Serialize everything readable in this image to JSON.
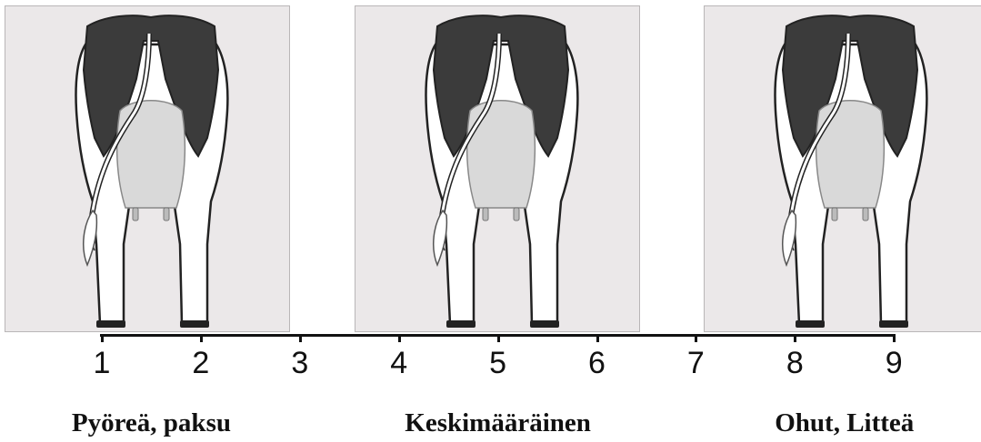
{
  "scale": {
    "ticks": [
      "1",
      "2",
      "3",
      "4",
      "5",
      "6",
      "7",
      "8",
      "9"
    ]
  },
  "categories": [
    {
      "label": "Pyöreä, paksu",
      "center_tick": 1.5
    },
    {
      "label": "Keskimääräinen",
      "center_tick": 5
    },
    {
      "label": "Ohut, Litteä",
      "center_tick": 8.5
    }
  ],
  "illustrations": [
    {
      "name": "cow-rear-view-round",
      "thickness_level": 1.5
    },
    {
      "name": "cow-rear-view-average",
      "thickness_level": 5
    },
    {
      "name": "cow-rear-view-thin",
      "thickness_level": 8.5
    }
  ],
  "colors": {
    "panel_bg": "#ebe8e9",
    "panel_border": "#b9b6b7",
    "black_patch": "#3b3b3b",
    "udder": "#d9d9d9",
    "line": "#111111"
  }
}
